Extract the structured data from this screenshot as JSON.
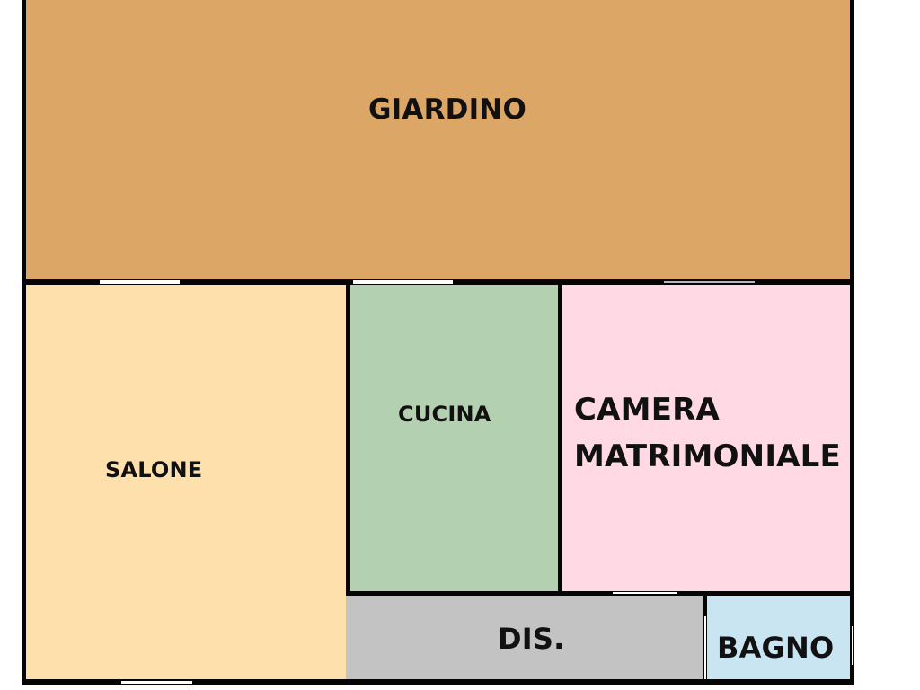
{
  "floorplan": {
    "rooms": {
      "giardino": {
        "label": "GIARDINO",
        "color": "#dca666"
      },
      "salone": {
        "label": "SALONE",
        "color": "#fde0ac"
      },
      "cucina": {
        "label": "CUCINA",
        "color": "#b3d0b1"
      },
      "camera": {
        "label_line1": "CAMERA",
        "label_line2": "MATRIMONIALE",
        "color": "#ffd9e3"
      },
      "disimpegno": {
        "label": "DIS.",
        "color": "#c3c3c3"
      },
      "bagno": {
        "label": "BAGNO",
        "color": "#c9e5f2"
      }
    },
    "wall_color": "#050505",
    "background_color": "#ffffff"
  }
}
